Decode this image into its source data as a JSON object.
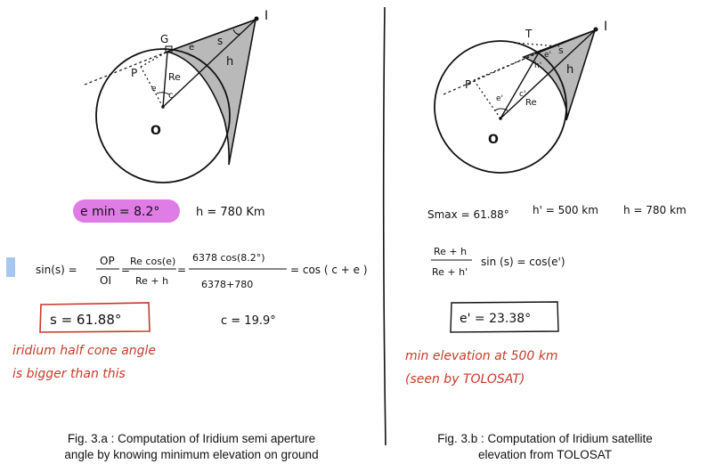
{
  "left": {
    "labels": {
      "G": "G",
      "I": "I",
      "P": "P",
      "O": "O",
      "Re": "Re",
      "h": "h",
      "s": "s",
      "e": "e",
      "c": "c",
      "e_small": "e"
    },
    "emin": "e min = 8.2°",
    "h_value": "h = 780 Km",
    "eq_lhs": "sin(s) =",
    "frac1_num": "OP",
    "frac1_den": "OI",
    "eq_eq": "=",
    "frac2_num": "Re cos(e)",
    "frac2_den": "Re + h",
    "frac3_num": "6378 cos(8.2°)",
    "frac3_den": "6378+780",
    "eq_rhs": "= cos ( c + e )",
    "s_result": "s = 61.88°",
    "c_result": "c = 19.9°",
    "note_line1": "iridium half cone angle",
    "note_line2": "is bigger than this",
    "caption_line1": "Fig. 3.a : Computation of Iridium semi aperture",
    "caption_line2": "angle by knowing minimum elevation on ground"
  },
  "right": {
    "labels": {
      "T": "T",
      "I": "I",
      "P": "P",
      "O": "O",
      "Re": "Re",
      "h": "h",
      "hp": "h'",
      "s": "s",
      "ep": "e'",
      "cp": "c'",
      "ep_small": "e'"
    },
    "smax": "Smax = 61.88°",
    "hp_value": "h' = 500 km",
    "h_value": "h = 780 km",
    "frac_num": "Re + h",
    "frac_den": "Re + h'",
    "eq_rhs": "sin (s) = cos(e')",
    "ep_result": "e' = 23.38°",
    "note_line1": "min elevation  at 500 km",
    "note_line2": "(seen by TOLOSAT)",
    "caption_line1": "Fig. 3.b : Computation of Iridium satellite",
    "caption_line2": "elevation from TOLOSAT"
  },
  "colors": {
    "highlight": "#e07ce6",
    "red_ink": "#c73a2b",
    "shade": "#b9b9b9",
    "ink": "#111111",
    "marker": "#a8c7f0"
  }
}
